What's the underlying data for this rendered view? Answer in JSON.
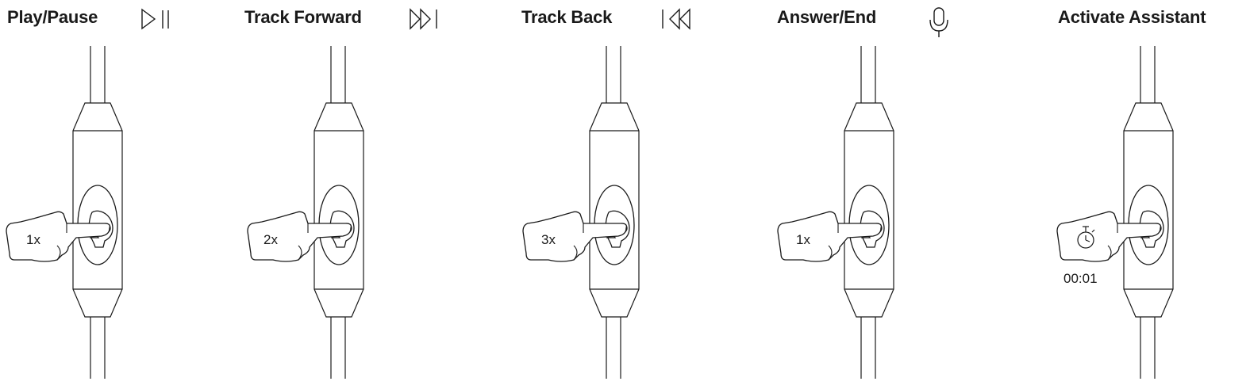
{
  "panels": [
    {
      "title": "Play/Pause",
      "icon": "play-pause-icon",
      "press_label": "1x"
    },
    {
      "title": "Track Forward",
      "icon": "track-forward-icon",
      "press_label": "2x"
    },
    {
      "title": "Track Back",
      "icon": "track-back-icon",
      "press_label": "3x"
    },
    {
      "title": "Answer/End",
      "icon": "microphone-icon",
      "press_label": "1x"
    },
    {
      "title": "Activate Assistant",
      "icon": "none",
      "press_label": "",
      "hold_icon": "stopwatch-icon",
      "hold_time": "00:01"
    }
  ]
}
